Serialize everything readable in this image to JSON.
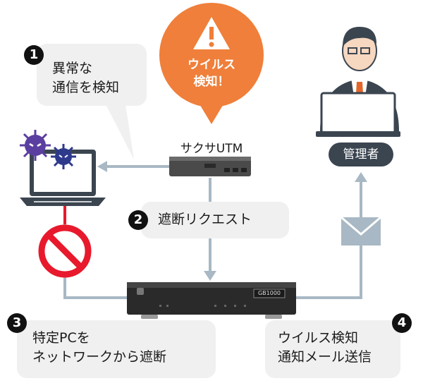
{
  "step1": {
    "number": "1",
    "line1": "異常な",
    "line2": "通信を検知"
  },
  "warning": {
    "line1": "ウイルス",
    "line2": "検知！",
    "color": "#ef7f3a"
  },
  "utm": {
    "label": "サクサUTM"
  },
  "admin": {
    "label": "管理者"
  },
  "step2": {
    "number": "2",
    "text": "遮断リクエスト"
  },
  "gb_device": {
    "model": "GB1000"
  },
  "step3": {
    "number": "3",
    "line1": "特定PCを",
    "line2": "ネットワークから遮断"
  },
  "step4": {
    "number": "4",
    "line1": "ウイルス検知",
    "line2": "通知メール送信"
  },
  "colors": {
    "arrow": "#a8b8c4",
    "block": "#e8192c",
    "pill": "#3b4550",
    "bubble": "#f0f0f0",
    "virus": "#5a3fa0"
  },
  "icons": [
    "warning-triangle-icon",
    "laptop-icon",
    "virus-icon",
    "no-entry-icon",
    "mail-envelope-icon",
    "admin-person-icon"
  ]
}
